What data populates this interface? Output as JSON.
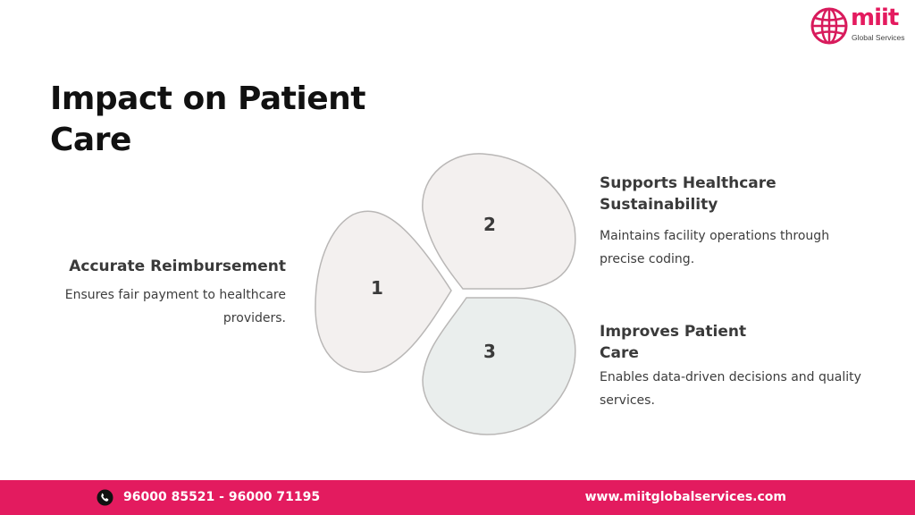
{
  "brand": {
    "logo_text": "miit",
    "logo_subtext": "Global Services",
    "accent_color": "#e31b5f"
  },
  "slide": {
    "title": "Impact on Patient Care"
  },
  "diagram": {
    "petals": [
      {
        "number": "1",
        "fill": "#f3f0ef"
      },
      {
        "number": "2",
        "fill": "#f3f0ef"
      },
      {
        "number": "3",
        "fill": "#eaeeed"
      }
    ]
  },
  "items": [
    {
      "heading": "Accurate Reimbursement",
      "text": "Ensures fair payment to healthcare providers."
    },
    {
      "heading": "Supports Healthcare Sustainability",
      "text": "Maintains facility operations through precise coding."
    },
    {
      "heading": "Improves Patient Care",
      "text": "Enables data-driven decisions and quality services."
    }
  ],
  "footer": {
    "phone": "96000 85521 - 96000 71195",
    "website": "www.miitglobalservices.com",
    "phone_icon": "phone-icon"
  }
}
